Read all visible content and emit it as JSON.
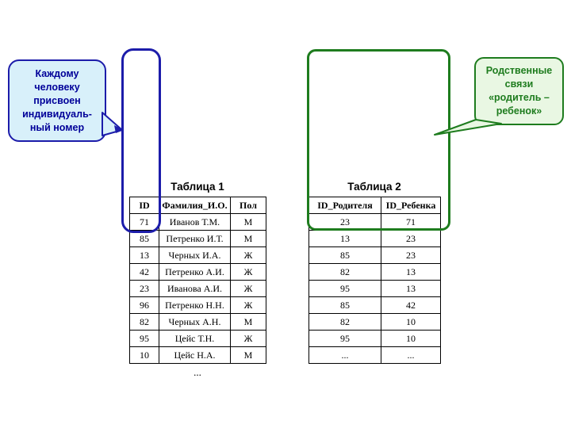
{
  "callout_left": {
    "text": "Каждому\nчеловеку\nприсвоен\nиндивидуаль-\nный номер"
  },
  "callout_right": {
    "text": "Родственные\nсвязи\n«родитель –\nребенок»"
  },
  "colors": {
    "blue_accent": "#1c1caa",
    "blue_text": "#000099",
    "blue_fill": "#d8f0fa",
    "green_accent": "#1e7c1e",
    "green_fill": "#e9f7e3",
    "table_border": "#000000",
    "background": "#ffffff"
  },
  "table1": {
    "title": "Таблица 1",
    "headers": [
      "ID",
      "Фамилия_И.О.",
      "Пол"
    ],
    "rows": [
      [
        "71",
        "Иванов Т.М.",
        "М"
      ],
      [
        "85",
        "Петренко И.Т.",
        "М"
      ],
      [
        "13",
        "Черных И.А.",
        "Ж"
      ],
      [
        "42",
        "Петренко А.И.",
        "Ж"
      ],
      [
        "23",
        "Иванова А.И.",
        "Ж"
      ],
      [
        "96",
        "Петренко Н.Н.",
        "Ж"
      ],
      [
        "82",
        "Черных А.Н.",
        "М"
      ],
      [
        "95",
        "Цейс Т.Н.",
        "Ж"
      ],
      [
        "10",
        "Цейс Н.А.",
        "М"
      ]
    ],
    "footer": "..."
  },
  "table2": {
    "title": "Таблица 2",
    "headers": [
      "ID_Родителя",
      "ID_Ребенка"
    ],
    "rows": [
      [
        "23",
        "71"
      ],
      [
        "13",
        "23"
      ],
      [
        "85",
        "23"
      ],
      [
        "82",
        "13"
      ],
      [
        "95",
        "13"
      ],
      [
        "85",
        "42"
      ],
      [
        "82",
        "10"
      ],
      [
        "95",
        "10"
      ],
      [
        "...",
        "..."
      ]
    ]
  }
}
